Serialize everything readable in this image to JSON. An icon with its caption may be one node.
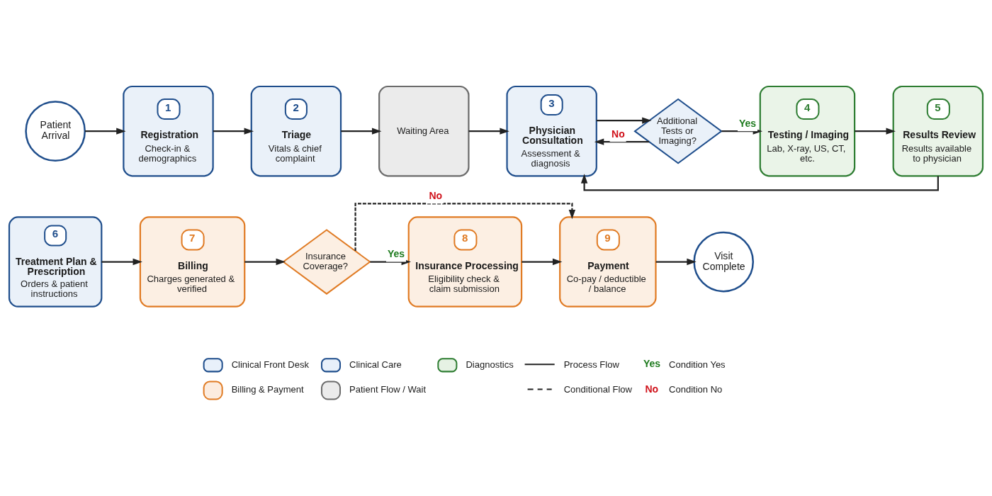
{
  "diagram": {
    "nodes": [
      {
        "text": [
          "Patient Arrival"
        ]
      },
      {
        "text": [
          "1",
          "Registration",
          "Check-in & demographics"
        ]
      },
      {
        "text": [
          "2",
          "Triage",
          "Vitals & chief complaint"
        ]
      },
      {
        "text": [
          "Waiting Area"
        ]
      },
      {
        "text": [
          "3",
          "Physician Consultation",
          "Assessment & diagnosis"
        ]
      },
      {
        "text": [
          "Additional Tests or Imaging?"
        ]
      },
      {
        "text": [
          "4",
          "Testing / Imaging",
          "Lab, X-ray, US, CT, etc."
        ]
      },
      {
        "text": [
          "5",
          "Results Review",
          "Results available to physician"
        ]
      },
      {
        "text": [
          "6",
          "Treatment Plan & Prescription",
          "Orders & patient instructions"
        ]
      },
      {
        "text": [
          "7",
          "Billing",
          "Charges generated & verified"
        ]
      },
      {
        "text": [
          "Insurance Coverage?"
        ]
      },
      {
        "text": [
          "8",
          "Insurance Processing",
          "Eligibility check & claim submission"
        ]
      },
      {
        "text": [
          "9",
          "Payment",
          "Co-pay / deductible / balance"
        ]
      },
      {
        "text": [
          "Visit Complete"
        ]
      }
    ],
    "edges": [
      {
        "from": 0,
        "to": 1,
        "arrow": "to"
      },
      {
        "from": 1,
        "to": 2,
        "arrow": "to"
      },
      {
        "from": 2,
        "to": 3,
        "arrow": "to"
      },
      {
        "from": 3,
        "to": 4,
        "arrow": "to"
      },
      {
        "from": 4,
        "to": 5,
        "arrow": "to"
      },
      {
        "from": 5,
        "to": 6,
        "arrow": "to",
        "label": "Yes"
      },
      {
        "from": 5,
        "to": 4,
        "arrow": "to",
        "label": "No"
      },
      {
        "from": 6,
        "to": 7,
        "arrow": "to"
      },
      {
        "from": 7,
        "to": 4,
        "arrow": "to"
      },
      {
        "from": 8,
        "to": 9,
        "arrow": "to"
      },
      {
        "from": 9,
        "to": 10,
        "arrow": "to"
      },
      {
        "from": 10,
        "to": 11,
        "arrow": "to",
        "label": "Yes"
      },
      {
        "from": 10,
        "to": 12,
        "arrow": "to",
        "label": "No",
        "style": "dashed"
      },
      {
        "from": 11,
        "to": 12,
        "arrow": "to"
      },
      {
        "from": 12,
        "to": 13,
        "arrow": "to"
      }
    ],
    "labels": [
      "Yes",
      "No"
    ],
    "legend": [
      {
        "text": "Clinical Front Desk",
        "color": "#e8f0fa"
      },
      {
        "text": "Clinical Care",
        "color": "#e8f0fa"
      },
      {
        "text": "Diagnostics",
        "color": "#e6f2e4"
      },
      {
        "text": "Process Flow"
      },
      {
        "text": "Condition Yes",
        "color": "#1e7b1e"
      },
      {
        "text": "Billing & Payment",
        "color": "#fcecdf"
      },
      {
        "text": "Patient Flow / Wait",
        "color": "#ebebeb"
      },
      {
        "text": "Conditional Flow"
      },
      {
        "text": "Condition No",
        "color": "#d0121b"
      }
    ]
  }
}
